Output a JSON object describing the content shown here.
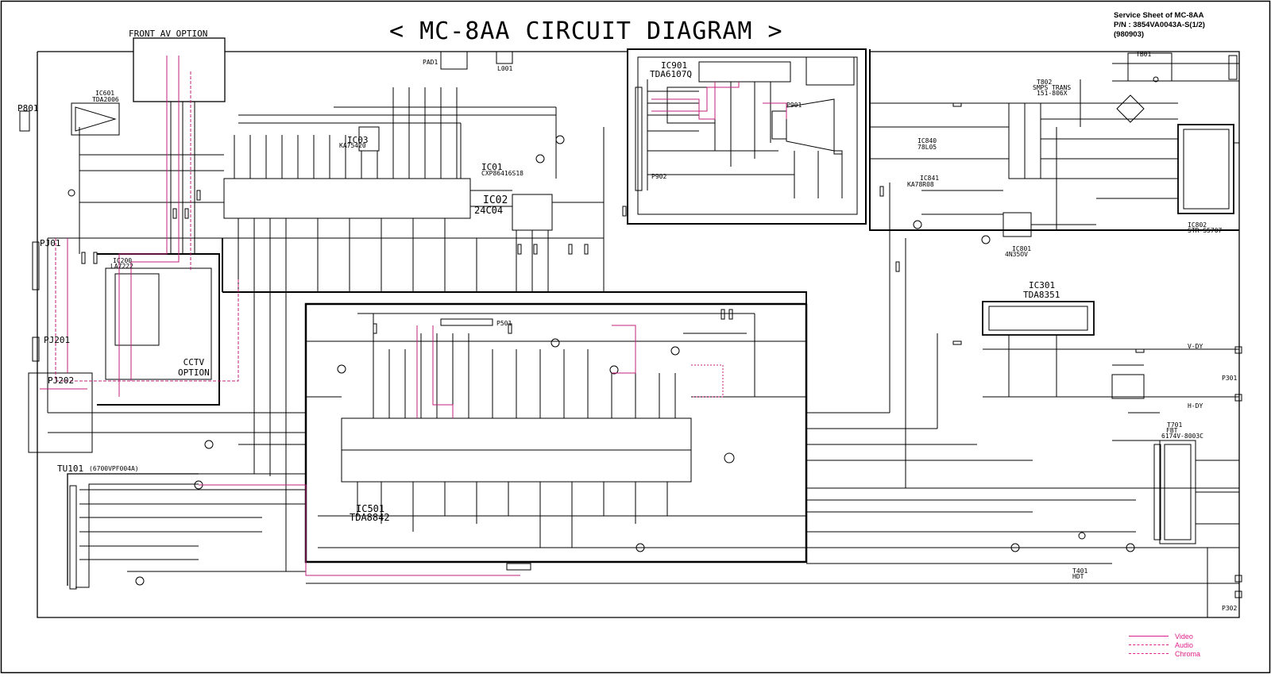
{
  "title": "< MC-8AA CIRCUIT DIAGRAM >",
  "service_sheet": {
    "line1": "Service Sheet of MC-8AA",
    "line2": "P/N : 3854VA0043A-S(1/2)",
    "line3": "(980903)"
  },
  "labels": {
    "front_av_option": "FRONT AV OPTION",
    "p801": "P801",
    "ic601": "IC601",
    "ic601_part": "TDA2006",
    "pad1": "PAD1",
    "l001": "L001",
    "ic03": "IC03",
    "ic03_part": "KA75420",
    "ic01": "IC01",
    "ic01_part": "CXP86416S18",
    "ic02": "IC02",
    "ic02_part": "24C04",
    "ic901": "IC901",
    "ic901_part": "TDA6107Q",
    "p901": "P901",
    "p902": "P902",
    "tb01": "TB01",
    "t802": "T802",
    "t802_desc": "SMPS TRANS",
    "t802_part": "151-806X",
    "ic840": "IC840",
    "ic840_part": "78L05",
    "ic841": "IC841",
    "ic841_part": "KA78R08",
    "ic801": "IC801",
    "ic801_part": "4N35OV",
    "ic802": "IC802",
    "ic802_part": "STR-S5707",
    "pj01": "PJ01",
    "pj201": "PJ201",
    "pj202": "PJ202",
    "ic200": "IC200",
    "ic200_part": "LA7222",
    "cctv_line1": "CCTV",
    "cctv_line2": "OPTION",
    "p501": "P501",
    "ic501": "IC501",
    "ic501_part": "TDA8842",
    "ic301": "IC301",
    "ic301_part": "TDA8351",
    "v_dy": "V-DY",
    "h_dy": "H-DY",
    "p301": "P301",
    "t701": "T701",
    "t701_desc": "FBT",
    "t701_part": "6174V-8003C",
    "t401": "T401",
    "t401_desc": "HDT",
    "p302": "P302",
    "tu101": "TU101",
    "tu101_part": "(6700VPF004A)"
  },
  "legend": {
    "video": "Video",
    "audio": "Audio",
    "chroma": "Chroma"
  },
  "colors": {
    "line": "#000000",
    "signal": "#c0207a",
    "legend": "#e0208a"
  }
}
